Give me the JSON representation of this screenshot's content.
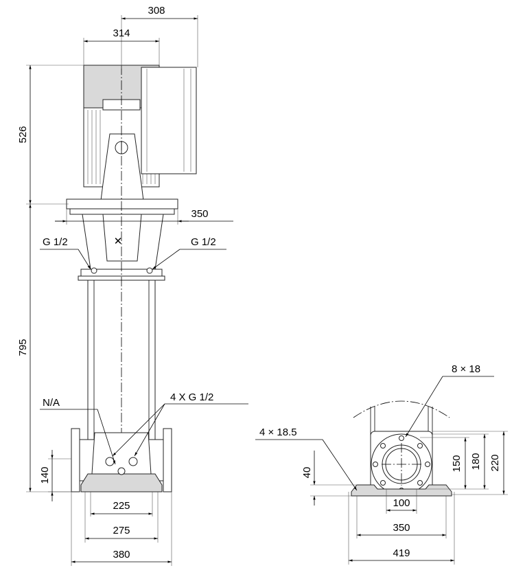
{
  "front_view": {
    "dims": {
      "motor_box_width": "308",
      "motor_width": "314",
      "motor_height": "526",
      "head_width": "350",
      "pump_height": "795",
      "inlet_height": "140",
      "base_225": "225",
      "base_275": "275",
      "flange_380": "380"
    },
    "labels": {
      "vent_left": "G 1/2",
      "vent_right": "G 1/2",
      "drain_left": "N/A",
      "drain_right": "4 X G 1/2"
    }
  },
  "bottom_view": {
    "dims": {
      "foot_height": "40",
      "bolt_circle_150": "150",
      "flange_180": "180",
      "height_220": "220",
      "center_100": "100",
      "base_350": "350",
      "base_419": "419"
    },
    "labels": {
      "flange_holes": "8 × 18",
      "foot_holes": "4 × 18.5"
    }
  }
}
